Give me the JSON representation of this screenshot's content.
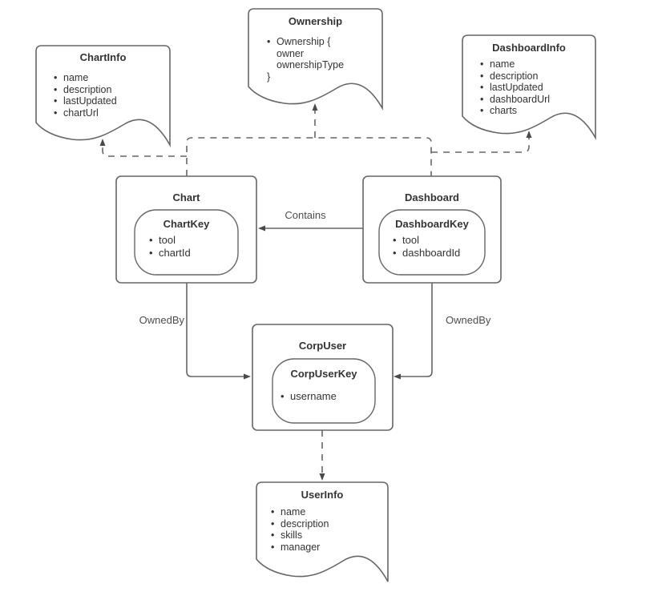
{
  "colors": {
    "stroke": "#666666",
    "arrowhead": "#4a4a4a",
    "text": "#333333",
    "edge_label_text": "#4d4d4d",
    "background": "#ffffff",
    "shape_fill": "#ffffff"
  },
  "documents": {
    "chartinfo": {
      "title": "ChartInfo",
      "items": [
        {
          "text": "name",
          "prefix": "bullet"
        },
        {
          "text": "description",
          "prefix": "bullet"
        },
        {
          "text": "lastUpdated",
          "prefix": "bullet"
        },
        {
          "text": "chartUrl",
          "prefix": "bullet"
        }
      ]
    },
    "ownership": {
      "title": "Ownership",
      "items": [
        {
          "text": "Ownership {",
          "prefix": "bullet"
        },
        {
          "text": "owner",
          "prefix": "space"
        },
        {
          "text": "ownershipType",
          "prefix": "space"
        },
        {
          "text": "}",
          "prefix": "none"
        }
      ]
    },
    "dashboardinfo": {
      "title": "DashboardInfo",
      "items": [
        {
          "text": "name",
          "prefix": "bullet"
        },
        {
          "text": "description",
          "prefix": "bullet"
        },
        {
          "text": "lastUpdated",
          "prefix": "bullet"
        },
        {
          "text": "dashboardUrl",
          "prefix": "bullet"
        },
        {
          "text": "charts",
          "prefix": "bullet"
        }
      ]
    },
    "userinfo": {
      "title": "UserInfo",
      "items": [
        {
          "text": "name",
          "prefix": "bullet"
        },
        {
          "text": "description",
          "prefix": "bullet"
        },
        {
          "text": "skills",
          "prefix": "bullet"
        },
        {
          "text": "manager",
          "prefix": "bullet"
        }
      ]
    }
  },
  "entities": {
    "chart": {
      "title": "Chart",
      "key_title": "ChartKey",
      "key_items": [
        {
          "text": "tool",
          "prefix": "bullet"
        },
        {
          "text": "chartId",
          "prefix": "bullet"
        }
      ]
    },
    "dashboard": {
      "title": "Dashboard",
      "key_title": "DashboardKey",
      "key_items": [
        {
          "text": "tool",
          "prefix": "bullet"
        },
        {
          "text": "dashboardId",
          "prefix": "bullet"
        }
      ]
    },
    "corpuser": {
      "title": "CorpUser",
      "key_title": "CorpUserKey",
      "key_items": [
        {
          "text": "username",
          "prefix": "bullet"
        }
      ]
    }
  },
  "edges": {
    "contains_label": "Contains",
    "owned_by_left_label": "OwnedBy",
    "owned_by_right_label": "OwnedBy"
  }
}
